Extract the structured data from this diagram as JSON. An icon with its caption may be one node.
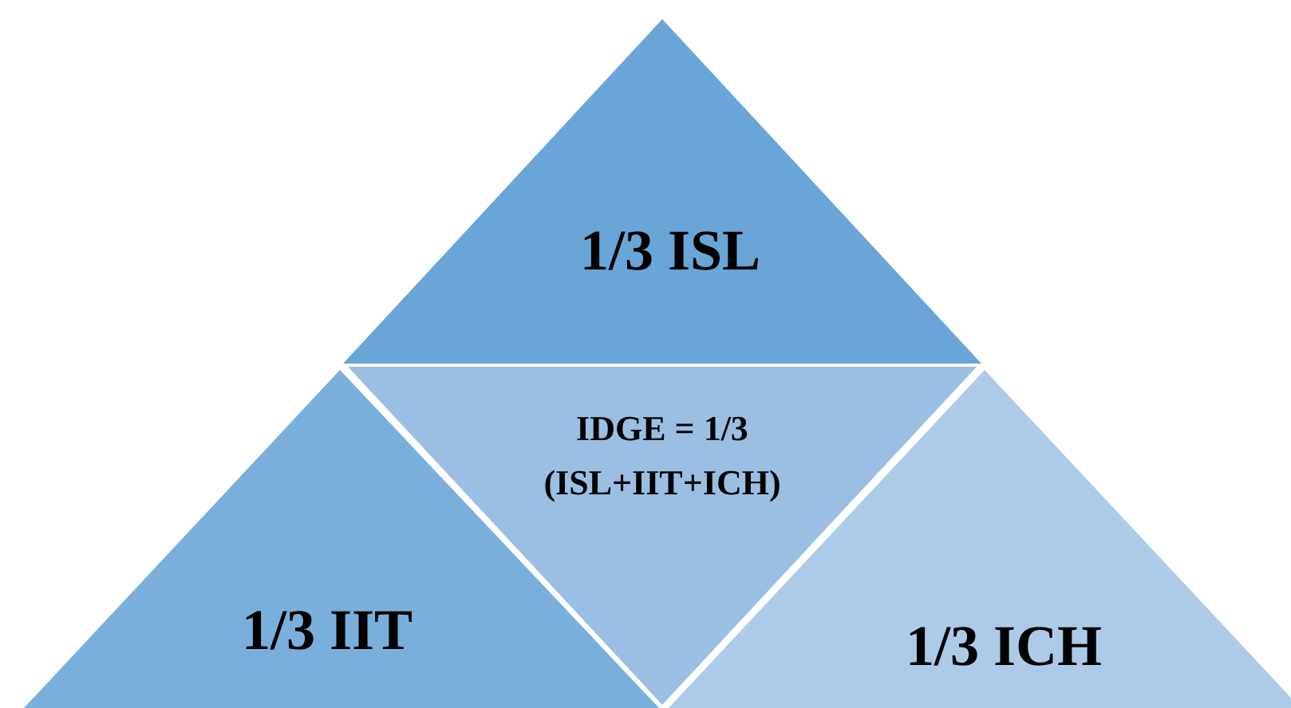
{
  "diagram": {
    "nodes": [
      {
        "text": [
          "1/3 ISL"
        ]
      },
      {
        "text": [
          "1/3 IIT"
        ]
      },
      {
        "text": [
          "IDGE = 1/3 (ISL+IIT+ICH)"
        ]
      },
      {
        "text": [
          "1/3 ICH"
        ]
      }
    ]
  }
}
